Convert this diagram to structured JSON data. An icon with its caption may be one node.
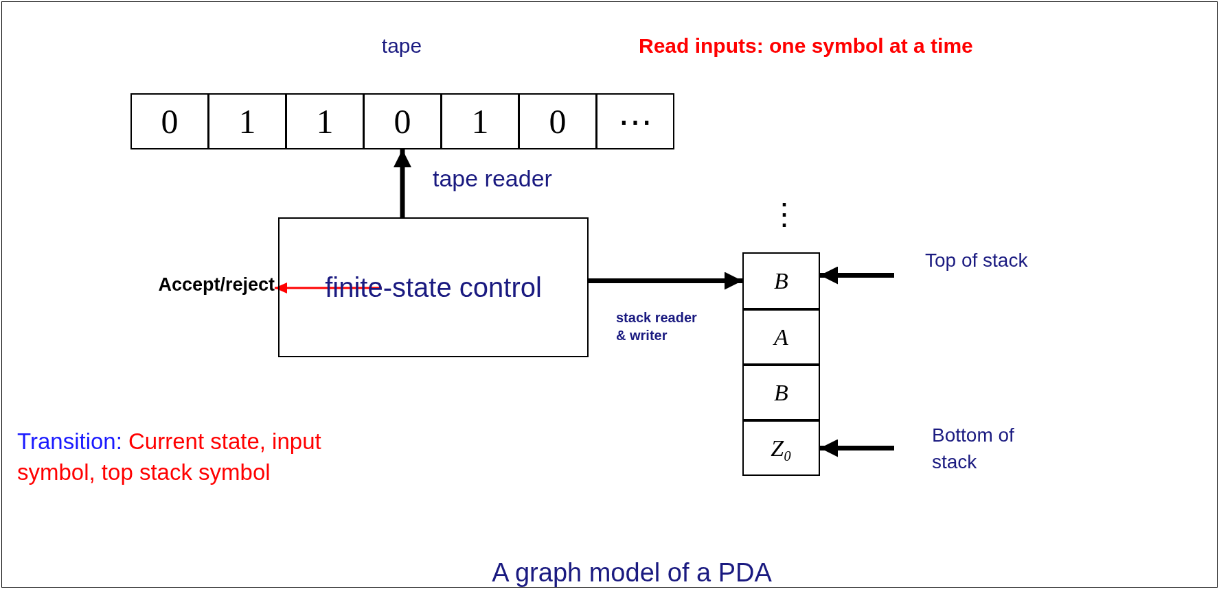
{
  "diagram": {
    "caption": "A graph model of a PDA",
    "nodes": [
      {
        "text": [
          "tape"
        ]
      },
      {
        "text": [
          "0"
        ],
        "in": 0
      },
      {
        "text": [
          "1"
        ],
        "in": 0
      },
      {
        "text": [
          "1"
        ],
        "in": 0
      },
      {
        "text": [
          "0"
        ],
        "in": 0
      },
      {
        "text": [
          "1"
        ],
        "in": 0
      },
      {
        "text": [
          "0"
        ],
        "in": 0
      },
      {
        "text": [
          "⋯"
        ],
        "in": 0
      },
      {
        "text": [
          "finite-state control"
        ]
      },
      {
        "text": [
          "Accept/reject"
        ]
      },
      {
        "text": [
          "B"
        ]
      },
      {
        "text": [
          "A"
        ]
      },
      {
        "text": [
          "B"
        ]
      },
      {
        "text": [
          "Z₀"
        ]
      },
      {
        "text": [
          "Top of stack"
        ]
      },
      {
        "text": [
          "Bottom of stack"
        ]
      }
    ],
    "edges": [
      {
        "from": 8,
        "to": 4,
        "arrow": "to",
        "label": "tape reader"
      },
      {
        "from": 8,
        "to": 9,
        "arrow": "to",
        "color": "#ff0000"
      },
      {
        "from": 8,
        "to": 10,
        "arrow": "to",
        "label": "stack reader & writer"
      },
      {
        "from": 14,
        "to": 10,
        "arrow": "to"
      },
      {
        "from": 15,
        "to": 13,
        "arrow": "to"
      }
    ],
    "labels": [
      "Read inputs: one symbol at a time",
      "⋮",
      "Transition: Current state, input symbol, top stack symbol"
    ]
  }
}
